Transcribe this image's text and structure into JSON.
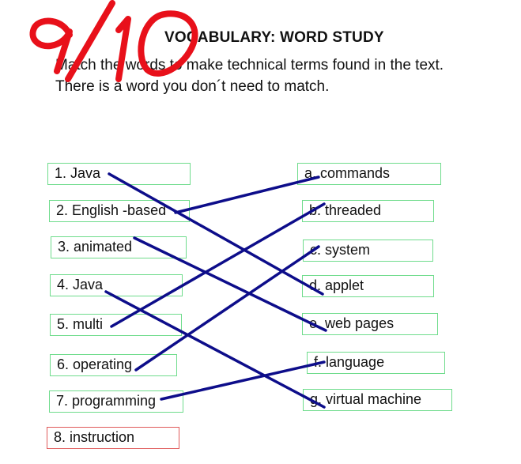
{
  "header": {
    "title": "VOCABULARY: WORD STUDY",
    "instruction_line1": "Match the words to make technical terms found in the text.",
    "instruction_line2": "There is a word you don´t need to match."
  },
  "grade": {
    "score": "9/10",
    "color": "#e8101a"
  },
  "left_items": [
    {
      "label": "1. Java"
    },
    {
      "label": "2. English -based"
    },
    {
      "label": "3. animated"
    },
    {
      "label": "4. Java"
    },
    {
      "label": "5. multi"
    },
    {
      "label": "6. operating"
    },
    {
      "label": "7. programming"
    },
    {
      "label": "8. instruction"
    }
  ],
  "right_items": [
    {
      "label": "a. commands"
    },
    {
      "label": "b. threaded"
    },
    {
      "label": "c. system"
    },
    {
      "label": "d. applet"
    },
    {
      "label": "e. web pages"
    },
    {
      "label": "f. language"
    },
    {
      "label": "g. virtual machine"
    }
  ],
  "matches": [
    {
      "left": "1. Java",
      "right": "d. applet"
    },
    {
      "left": "2. English -based",
      "right": "a. commands"
    },
    {
      "left": "3. animated",
      "right": "e. web pages"
    },
    {
      "left": "4. Java",
      "right": "g. virtual machine"
    },
    {
      "left": "5. multi",
      "right": "b. threaded"
    },
    {
      "left": "6. operating",
      "right": "c. system"
    },
    {
      "left": "7. programming",
      "right": "f. language"
    }
  ],
  "colors": {
    "box_border": "#6fdc8c",
    "unmatched_border": "#e05a5a",
    "line": "#0d0d8a"
  }
}
